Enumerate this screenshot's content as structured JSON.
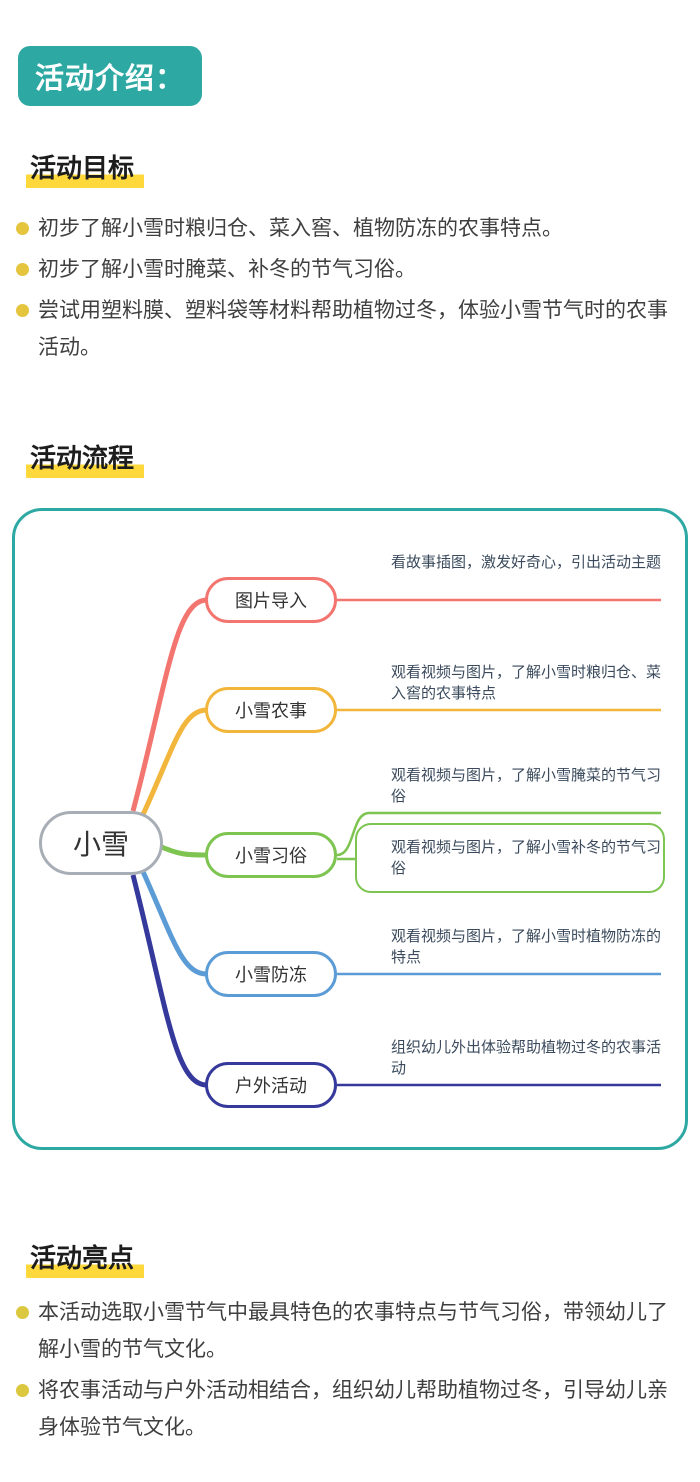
{
  "page": {
    "badge": "活动介绍："
  },
  "sections": {
    "goals": {
      "title": "活动目标",
      "bullets": [
        "初步了解小雪时粮归仓、菜入窖、植物防冻的农事特点。",
        "初步了解小雪时腌菜、补冬的节气习俗。",
        "尝试用塑料膜、塑料袋等材料帮助植物过冬，体验小雪节气时的农事活动。"
      ]
    },
    "flow": {
      "title": "活动流程"
    },
    "highlights": {
      "title": "活动亮点",
      "bullets": [
        "本活动选取小雪节气中最具特色的农事特点与节气习俗，带领幼儿了解小雪的节气文化。",
        "将农事活动与户外活动相结合，组织幼儿帮助植物过冬，引导幼儿亲身体验节气文化。"
      ]
    }
  },
  "mindmap": {
    "root": "小雪",
    "branches": [
      {
        "label": "图片导入",
        "color": "#F3756F",
        "notes": [
          "看故事插图，激发好奇心，引出活动主题"
        ]
      },
      {
        "label": "小雪农事",
        "color": "#F2B63C",
        "notes": [
          "观看视频与图片，了解小雪时粮归仓、菜入窖的农事特点"
        ]
      },
      {
        "label": "小雪习俗",
        "color": "#7DC450",
        "notes": [
          "观看视频与图片，了解小雪腌菜的节气习俗",
          "观看视频与图片，了解小雪补冬的节气习俗"
        ]
      },
      {
        "label": "小雪防冻",
        "color": "#5C9CD6",
        "notes": [
          "观看视频与图片，了解小雪时植物防冻的特点"
        ]
      },
      {
        "label": "户外活动",
        "color": "#35399B",
        "notes": [
          "组织幼儿外出体验帮助植物过冬的农事活动"
        ]
      }
    ]
  },
  "colors": {
    "teal": "#2EA8A2",
    "highlight_yellow": "#FFD83C",
    "bullet_dot": "#E5C53E",
    "branch_red": "#F3756F",
    "branch_yellow": "#F2B63C",
    "branch_green": "#7DC450",
    "branch_blue": "#5C9CD6",
    "branch_navy": "#35399B",
    "root_border": "#A8AEB5"
  }
}
